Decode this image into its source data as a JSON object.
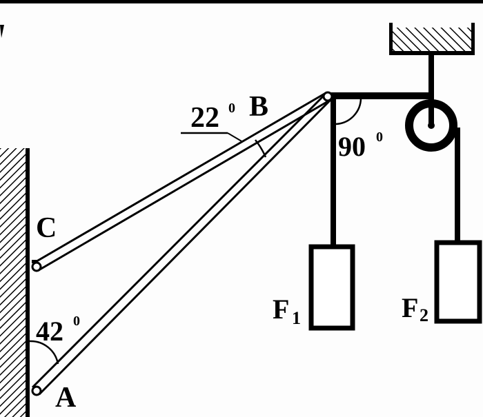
{
  "diagram": {
    "points": {
      "a": "A",
      "b": "B",
      "c": "C"
    },
    "angles": {
      "at_b_between_rods": {
        "value": "22",
        "unit": "0"
      },
      "at_b_right": {
        "value": "90",
        "unit": "0"
      },
      "at_a": {
        "value": "42",
        "unit": "0"
      }
    },
    "loads": {
      "f1": {
        "letter": "F",
        "sub": "1"
      },
      "f2": {
        "letter": "F",
        "sub": "2"
      }
    },
    "colors": {
      "ink": "#000000",
      "background": "#fdfdfd"
    }
  }
}
